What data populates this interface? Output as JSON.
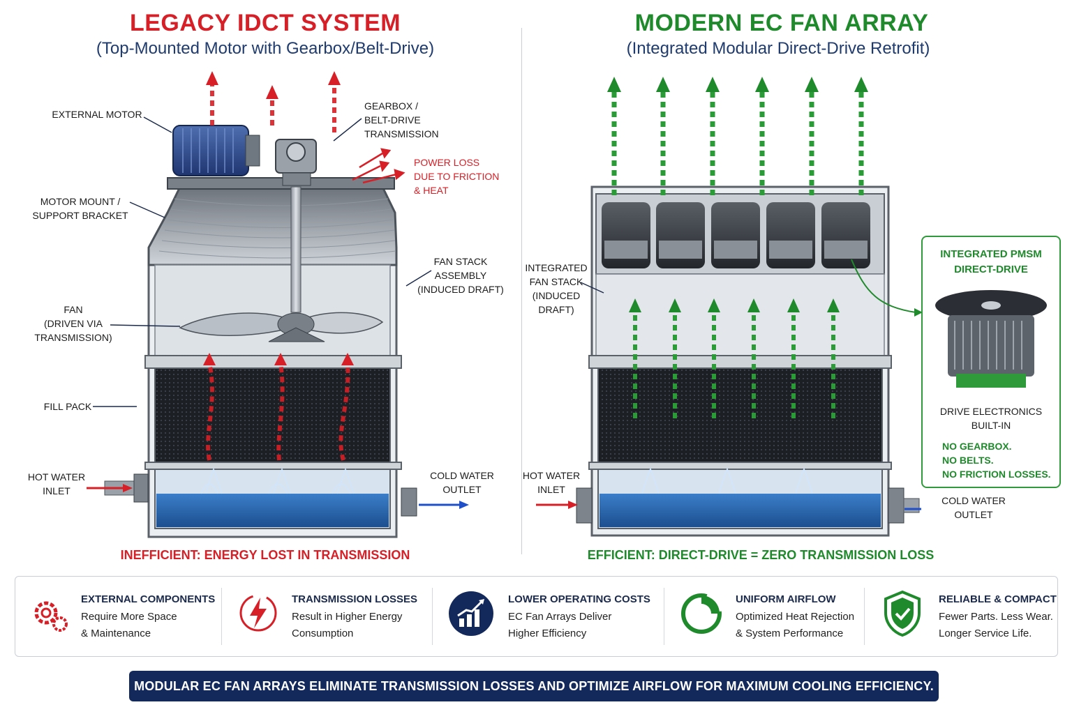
{
  "legacy": {
    "title": "LEGACY IDCT SYSTEM",
    "subtitle": "(Top-Mounted Motor with Gearbox/Belt-Drive)",
    "labels": {
      "external_motor": "EXTERNAL MOTOR",
      "gearbox_1": "GEARBOX /",
      "gearbox_2": "BELT-DRIVE",
      "gearbox_3": "TRANSMISSION",
      "power_loss_1": "POWER LOSS",
      "power_loss_2": "DUE TO FRICTION",
      "power_loss_3": "& HEAT",
      "motor_mount_1": "MOTOR MOUNT /",
      "motor_mount_2": "SUPPORT BRACKET",
      "fan_stack_1": "FAN STACK",
      "fan_stack_2": "ASSEMBLY",
      "fan_stack_3": "(INDUCED DRAFT)",
      "fan_1": "FAN",
      "fan_2": "(DRIVEN VIA",
      "fan_3": "TRANSMISSION)",
      "fill_pack": "FILL PACK",
      "hot_water_1": "HOT WATER",
      "hot_water_2": "INLET",
      "cold_water_1": "COLD WATER",
      "cold_water_2": "OUTLET"
    },
    "conclusion": "INEFFICIENT: ENERGY LOST IN TRANSMISSION"
  },
  "modern": {
    "title": "MODERN EC FAN ARRAY",
    "subtitle": "(Integrated Modular Direct-Drive Retrofit)",
    "labels": {
      "fan_stack_1": "INTEGRATED",
      "fan_stack_2": "FAN STACK",
      "fan_stack_3": "(INDUCED DRAFT)",
      "hot_water_1": "HOT WATER",
      "hot_water_2": "INLET",
      "cold_water_1": "COLD WATER",
      "cold_water_2": "OUTLET"
    },
    "pmsm": {
      "title_1": "INTEGRATED PMSM",
      "title_2": "DIRECT-DRIVE",
      "electronics_1": "DRIVE ELECTRONICS",
      "electronics_2": "BUILT-IN",
      "no_1": "NO GEARBOX.",
      "no_2": "NO BELTS.",
      "no_3": "NO FRICTION LOSSES."
    },
    "conclusion": "EFFICIENT: DIRECT-DRIVE = ZERO TRANSMISSION LOSS"
  },
  "benefits": [
    {
      "icon": "gears-icon",
      "title": "EXTERNAL COMPONENTS",
      "line1": "Require More Space",
      "line2": "& Maintenance"
    },
    {
      "icon": "lightning-icon",
      "title": "TRANSMISSION LOSSES",
      "line1": "Result in Higher Energy",
      "line2": "Consumption"
    },
    {
      "icon": "bar-chart-icon",
      "title": "LOWER OPERATING COSTS",
      "line1": "EC Fan Arrays Deliver",
      "line2": "Higher Efficiency"
    },
    {
      "icon": "airflow-gauge-icon",
      "title": "UNIFORM AIRFLOW",
      "line1": "Optimized Heat Rejection",
      "line2": "& System Performance"
    },
    {
      "icon": "shield-check-icon",
      "title": "RELIABLE & COMPACT",
      "line1": "Fewer Parts. Less Wear.",
      "line2": "Longer Service Life."
    }
  ],
  "banner": "MODULAR EC FAN ARRAYS ELIMINATE TRANSMISSION LOSSES AND OPTIMIZE AIRFLOW FOR MAXIMUM COOLING EFFICIENCY.",
  "colors": {
    "legacy_red": "#d61f26",
    "modern_green": "#1f8a2b",
    "navy": "#13295c",
    "water_blue": "#1f5fa8",
    "fill_dark": "#1c1f24"
  }
}
